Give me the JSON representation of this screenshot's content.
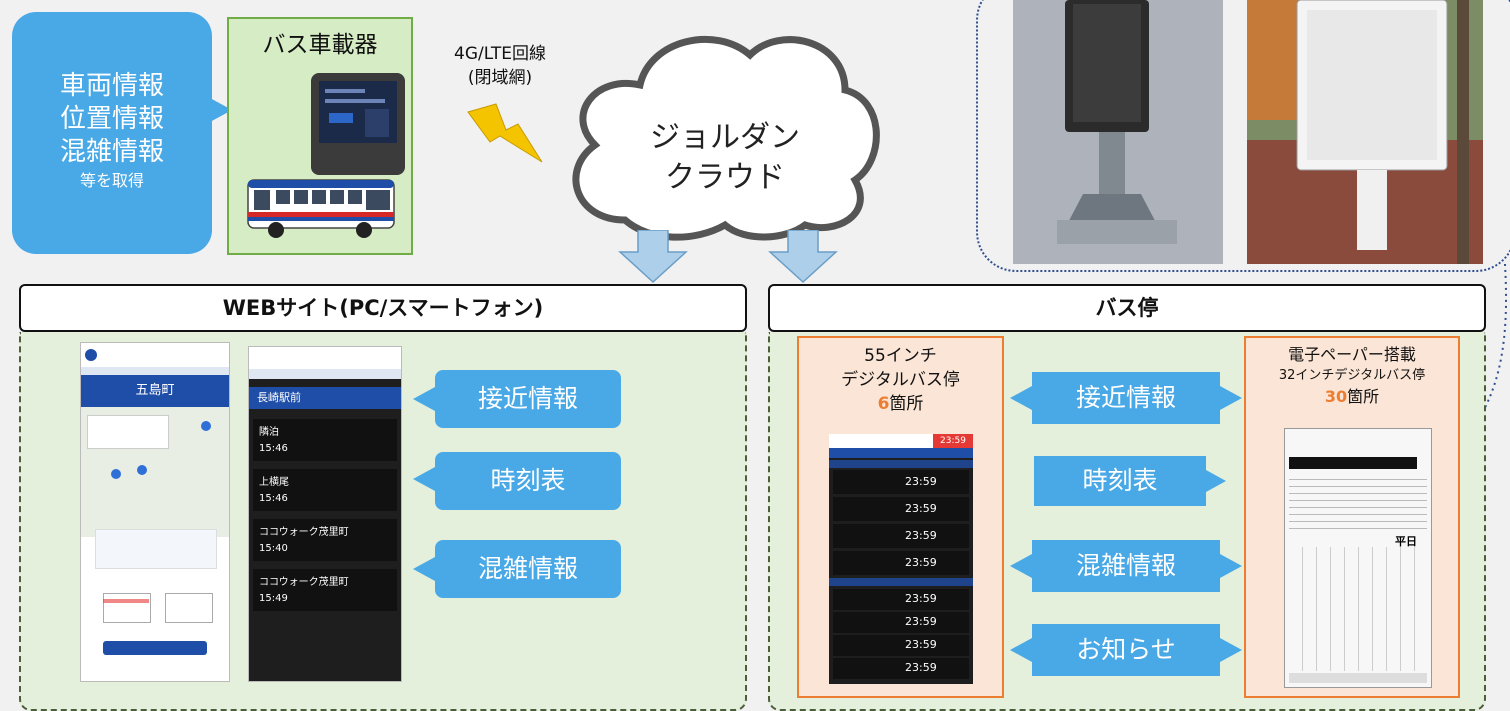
{
  "callout": {
    "line1": "車両情報",
    "line2": "位置情報",
    "line3": "混雑情報",
    "line4": "等を取得"
  },
  "onboard": {
    "title": "バス車載器"
  },
  "network": {
    "line1": "4G/LTE回線",
    "line2": "(閉域網)"
  },
  "cloud": {
    "line1": "ジョルダン",
    "line2": "クラウド"
  },
  "web": {
    "header": "WEBサイト(PC/スマートフォン)",
    "items": [
      "接近情報",
      "時刻表",
      "混雑情報"
    ],
    "phone_left_title": "五島町",
    "phone_right_title": "長崎駅前",
    "phone_right_times": [
      "15:46",
      "15:46",
      "15:40",
      "15:49"
    ],
    "phone_right_stops": [
      "隣泊",
      "上横尾",
      "ココウォーク茂里町",
      "ココウォーク茂里町"
    ]
  },
  "busstop": {
    "header": "バス停",
    "left_box": {
      "line1": "55インチ",
      "line2": "デジタルバス停",
      "count": "6",
      "suffix": "箇所"
    },
    "right_box": {
      "line1": "電子ペーパー搭載",
      "line2": "32インチデジタルバス停",
      "count": "30",
      "suffix": "箇所"
    },
    "items": [
      "接近情報",
      "時刻表",
      "混雑情報",
      "お知らせ"
    ],
    "signage_time": "23:59",
    "signage_rows": [
      "23:59",
      "23:59",
      "23:59",
      "23:59",
      "23:59",
      "23:59",
      "23:59",
      "23:59"
    ],
    "paper_day": "平日"
  },
  "colors": {
    "callout": "#49a8e6",
    "onboard_bg": "#d6ecc4",
    "onboard_border": "#70ad47",
    "panel_bg": "#e4f0dc",
    "accent_orange": "#ed7d31",
    "lightning": "#f5c400",
    "arrow": "#aecfe9"
  }
}
